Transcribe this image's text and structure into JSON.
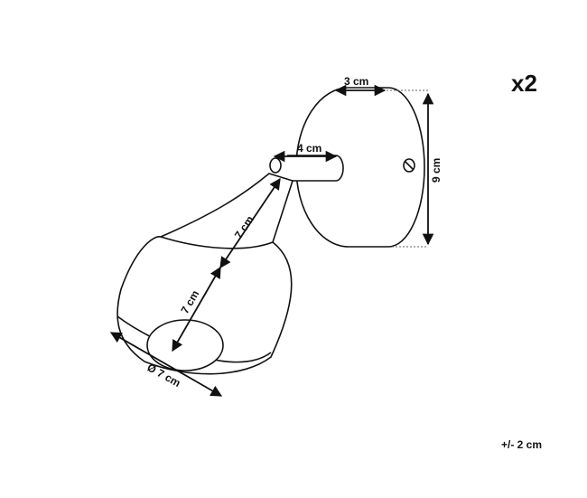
{
  "quantity_label": "x2",
  "tolerance_label": "+/- 2 cm",
  "dimensions": {
    "plate_depth": "3 cm",
    "arm_length": "4 cm",
    "plate_height": "9 cm",
    "neck_length": "7 cm",
    "shade_length": "7 cm",
    "shade_diameter": "Ø 7 cm"
  }
}
